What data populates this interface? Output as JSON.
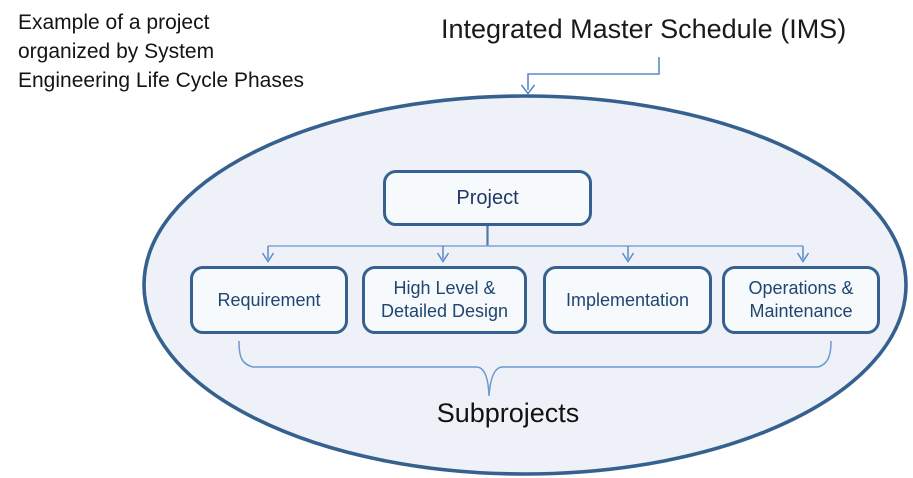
{
  "caption": {
    "lines": [
      "Example of a project",
      "organized by System",
      "Engineering Life Cycle Phases"
    ]
  },
  "title": "Integrated Master Schedule (IMS)",
  "diagram": {
    "root_label": "Project",
    "subprojects": [
      {
        "label": "Requirement"
      },
      {
        "label": "High Level & Detailed Design"
      },
      {
        "label": "Implementation"
      },
      {
        "label": "Operations & Maintenance"
      }
    ],
    "group_label": "Subprojects"
  },
  "colors": {
    "shape_border": "#36618F",
    "shape_fill": "#F7FAFD",
    "ellipse_fill": "#EEF2F8",
    "connector": "#6D99CF",
    "arrow": "#5B8BC9",
    "box_text": "#1F4571",
    "title_text": "#1A1A1A"
  }
}
